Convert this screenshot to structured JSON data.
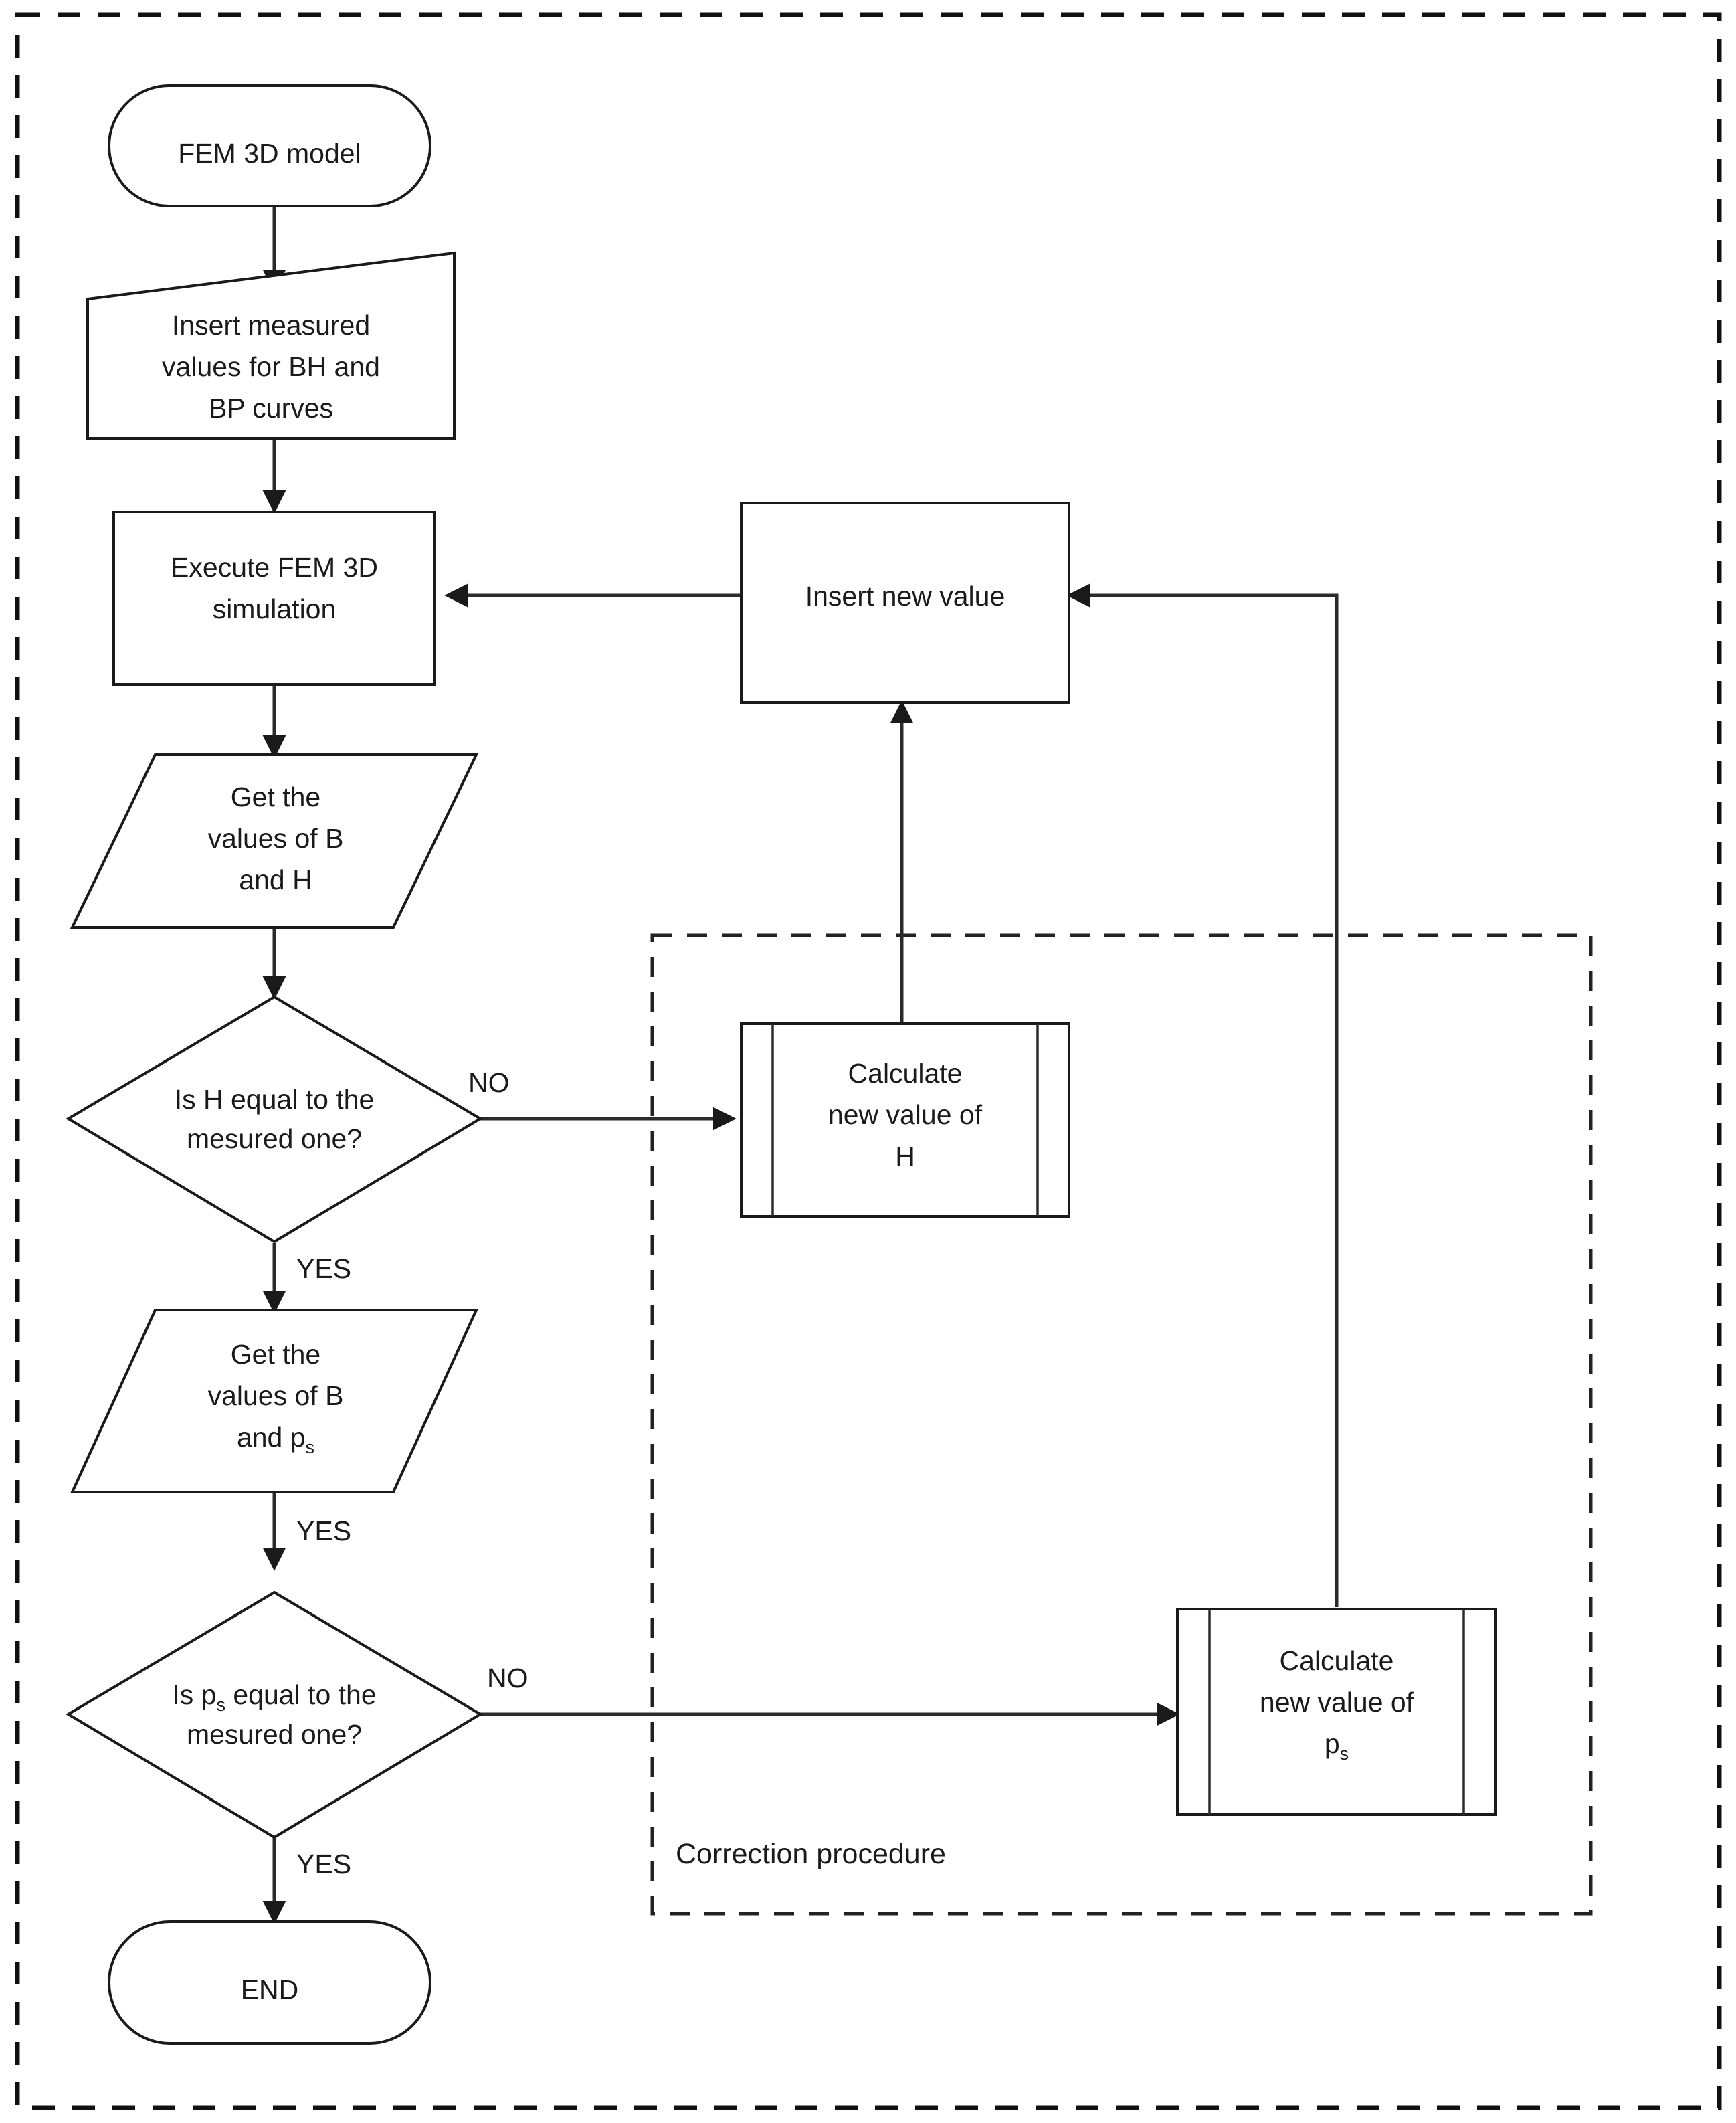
{
  "diagram": {
    "title": "FEM 3D model correction procedure flowchart",
    "colors": {
      "stroke": "#1a1a1a",
      "connector": "#2b2b2b",
      "background": "#ffffff",
      "dashed_border": "#111111"
    },
    "outer_frame": {
      "style": "dashed"
    },
    "nodes": [
      {
        "id": "start",
        "shape": "terminator",
        "lines": [
          "FEM 3D model"
        ]
      },
      {
        "id": "insert_meas",
        "shape": "manual-input",
        "lines": [
          "Insert measured",
          "values for BH and",
          "BP curves"
        ]
      },
      {
        "id": "execute",
        "shape": "process",
        "lines": [
          "Execute FEM 3D",
          "simulation"
        ]
      },
      {
        "id": "get_bh",
        "shape": "data-parallelogram",
        "lines": [
          "Get the",
          "values of B",
          "and H"
        ]
      },
      {
        "id": "dec_h",
        "shape": "decision",
        "lines": [
          "Is H equal to the",
          "mesured one?"
        ]
      },
      {
        "id": "get_bps",
        "shape": "data-parallelogram",
        "lines": [
          "Get the",
          "values of B",
          "and p"
        ],
        "subscript": "s"
      },
      {
        "id": "dec_ps",
        "shape": "decision",
        "lines": [
          "Is p",
          " equal to the",
          "mesured one?"
        ],
        "subscript": "s"
      },
      {
        "id": "end",
        "shape": "terminator",
        "lines": [
          "END"
        ]
      },
      {
        "id": "insert_new",
        "shape": "process",
        "lines": [
          "Insert new value"
        ]
      },
      {
        "id": "calc_h",
        "shape": "predefined-process",
        "lines": [
          "Calculate",
          "new value of",
          "H"
        ]
      },
      {
        "id": "calc_ps",
        "shape": "predefined-process",
        "lines": [
          "Calculate",
          "new value of",
          "p"
        ],
        "subscript": "s"
      }
    ],
    "node_text": {
      "start": "FEM 3D model",
      "insert_meas_l1": "Insert measured",
      "insert_meas_l2": "values for BH and",
      "insert_meas_l3": "BP curves",
      "execute_l1": "Execute FEM 3D",
      "execute_l2": "simulation",
      "get_bh_l1": "Get the",
      "get_bh_l2": "values of B",
      "get_bh_l3": "and H",
      "dec_h_l1": "Is H equal to the",
      "dec_h_l2": "mesured one?",
      "get_bps_l1": "Get the",
      "get_bps_l2": "values of B",
      "get_bps_l3_pre": "and p",
      "get_bps_l3_sub": "s",
      "dec_ps_l1_pre": "Is p",
      "dec_ps_l1_sub": "s",
      "dec_ps_l1_post": " equal to the",
      "dec_ps_l2": "mesured one?",
      "end": "END",
      "insert_new": "Insert new value",
      "calc_h_l1": "Calculate",
      "calc_h_l2": "new value of",
      "calc_h_l3": "H",
      "calc_ps_l1": "Calculate",
      "calc_ps_l2": "new value of",
      "calc_ps_l3_pre": "p",
      "calc_ps_l3_sub": "s"
    },
    "edge_labels": {
      "dec_h_no": "NO",
      "dec_h_yes": "YES",
      "get_bps_yes": "YES",
      "dec_ps_no": "NO",
      "dec_ps_yes": "YES"
    },
    "group_label": "Correction procedure",
    "edges": [
      {
        "from": "start",
        "to": "insert_meas",
        "label": ""
      },
      {
        "from": "insert_meas",
        "to": "execute",
        "label": ""
      },
      {
        "from": "execute",
        "to": "get_bh",
        "label": ""
      },
      {
        "from": "get_bh",
        "to": "dec_h",
        "label": ""
      },
      {
        "from": "dec_h",
        "to": "calc_h",
        "label": "NO"
      },
      {
        "from": "dec_h",
        "to": "get_bps",
        "label": "YES"
      },
      {
        "from": "get_bps",
        "to": "dec_ps",
        "label": "YES"
      },
      {
        "from": "dec_ps",
        "to": "calc_ps",
        "label": "NO"
      },
      {
        "from": "dec_ps",
        "to": "end",
        "label": "YES"
      },
      {
        "from": "calc_h",
        "to": "insert_new",
        "label": ""
      },
      {
        "from": "calc_ps",
        "to": "insert_new",
        "label": ""
      },
      {
        "from": "insert_new",
        "to": "execute",
        "label": ""
      }
    ]
  }
}
